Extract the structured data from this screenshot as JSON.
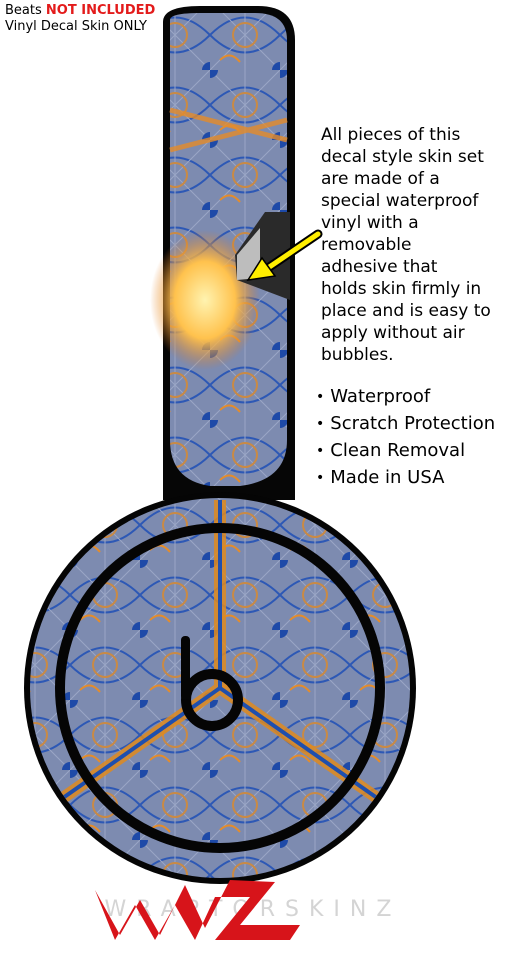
{
  "header": {
    "line1_prefix": "Beats",
    "line1_highlight": "NOT INCLUDED",
    "line2": "Vinyl Decal Skin ONLY"
  },
  "description_lines": [
    "All pieces of this",
    "decal style  skin set",
    "are made of a",
    "special waterproof",
    "vinyl with a",
    "removable",
    "adhesive that",
    "holds skin firmly in",
    "place and is easy to",
    "apply without air",
    "bubbles."
  ],
  "features": [
    "Waterproof",
    "Scratch Protection",
    "Clean Removal",
    "Made in USA"
  ],
  "colors": {
    "highlight_red": "#e31b1b",
    "headphone_black": "#050505",
    "pattern_blue": "#6b7fa8",
    "pattern_dark_blue": "#1f4fae",
    "pattern_orange": "#e08a1e",
    "glow_yellow": "#ffd36a",
    "arrow_yellow": "#ffee00"
  },
  "icons": {
    "brand_logo": "beats-b-logo-icon",
    "arrow": "yellow-arrow-icon",
    "watermark": "wraptorskinz-logo"
  }
}
